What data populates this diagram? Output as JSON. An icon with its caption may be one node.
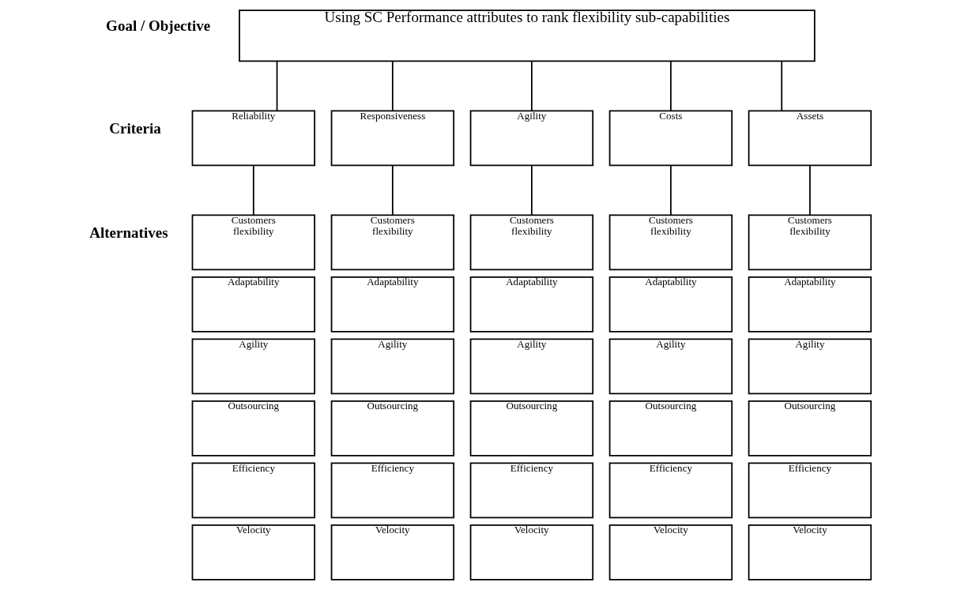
{
  "diagram": {
    "nodes": [
      {
        "text": [
          "Using SC Performance attributes to rank flexibility sub-capabilities"
        ]
      },
      {
        "text": [
          "Reliability"
        ]
      },
      {
        "text": [
          "Responsiveness"
        ]
      },
      {
        "text": [
          "Agility"
        ]
      },
      {
        "text": [
          "Costs"
        ]
      },
      {
        "text": [
          "Assets"
        ]
      },
      {
        "text": [
          "Customers flexibility"
        ]
      },
      {
        "text": [
          "Adaptability"
        ]
      },
      {
        "text": [
          "Agility"
        ]
      },
      {
        "text": [
          "Outsourcing"
        ]
      },
      {
        "text": [
          "Efficiency"
        ]
      },
      {
        "text": [
          "Velocity"
        ]
      },
      {
        "text": [
          "Customers flexibility"
        ]
      },
      {
        "text": [
          "Adaptability"
        ]
      },
      {
        "text": [
          "Agility"
        ]
      },
      {
        "text": [
          "Outsourcing"
        ]
      },
      {
        "text": [
          "Efficiency"
        ]
      },
      {
        "text": [
          "Velocity"
        ]
      },
      {
        "text": [
          "Customers flexibility"
        ]
      },
      {
        "text": [
          "Adaptability"
        ]
      },
      {
        "text": [
          "Agility"
        ]
      },
      {
        "text": [
          "Outsourcing"
        ]
      },
      {
        "text": [
          "Efficiency"
        ]
      },
      {
        "text": [
          "Velocity"
        ]
      },
      {
        "text": [
          "Customers flexibility"
        ]
      },
      {
        "text": [
          "Adaptability"
        ]
      },
      {
        "text": [
          "Agility"
        ]
      },
      {
        "text": [
          "Outsourcing"
        ]
      },
      {
        "text": [
          "Efficiency"
        ]
      },
      {
        "text": [
          "Velocity"
        ]
      },
      {
        "text": [
          "Customers flexibility"
        ]
      },
      {
        "text": [
          "Adaptability"
        ]
      },
      {
        "text": [
          "Agility"
        ]
      },
      {
        "text": [
          "Outsourcing"
        ]
      },
      {
        "text": [
          "Efficiency"
        ]
      },
      {
        "text": [
          "Velocity"
        ]
      }
    ],
    "edges": [
      {
        "from": 0,
        "to": 1,
        "arrow": "none"
      },
      {
        "from": 0,
        "to": 2,
        "arrow": "none"
      },
      {
        "from": 0,
        "to": 3,
        "arrow": "none"
      },
      {
        "from": 0,
        "to": 4,
        "arrow": "none"
      },
      {
        "from": 0,
        "to": 5,
        "arrow": "none"
      },
      {
        "from": 1,
        "to": 6,
        "arrow": "none"
      },
      {
        "from": 2,
        "to": 12,
        "arrow": "none"
      },
      {
        "from": 3,
        "to": 18,
        "arrow": "none"
      },
      {
        "from": 4,
        "to": 24,
        "arrow": "none"
      },
      {
        "from": 5,
        "to": 30,
        "arrow": "none"
      }
    ],
    "labels": [
      "Goal / Objective",
      "Criteria",
      "Alternatives"
    ]
  }
}
